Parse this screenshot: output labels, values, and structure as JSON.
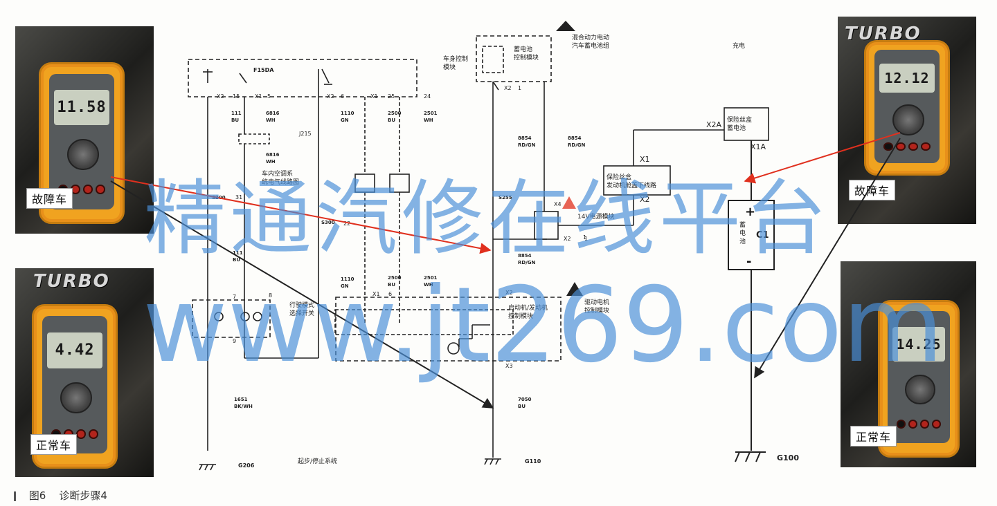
{
  "caption": {
    "figure": "图6",
    "title": "诊断步骤4"
  },
  "photos": [
    {
      "reading": "11.58",
      "label": "故障车",
      "brand": ""
    },
    {
      "reading": "4.42",
      "label": "正常车",
      "brand": "TURBO"
    },
    {
      "reading": "12.12",
      "label": "故障车",
      "brand": "TURBO"
    },
    {
      "reading": "14.25",
      "label": "正常车",
      "brand": ""
    }
  ],
  "watermark": {
    "line1": "精通汽修在线平台",
    "line2": "www.jt269.com"
  },
  "diagram": {
    "fuse_block": "F15DA",
    "modules": {
      "body_control": "车身控制\n模块",
      "battery_ctrl": "蓄电池\n控制模块",
      "hybrid_pack": "混合动力电动\n汽车蓄电池组",
      "charge": "充电",
      "fuse_box_battery": "保险丝盒\n蓄电池",
      "fuse_box_engine": "保险丝盒\n发动机舱盖下线路",
      "power_module": "14V电源模块",
      "battery": "蓄\n电\n池",
      "battery_id": "C1",
      "cabin_ac": "车内空调系\n统电气线路图",
      "drive_mode": "行驶模式\n选择开关",
      "engine_ctrl": "启动机/发动机\n控制模块",
      "motor_ctrl": "驱动电机\n控制模块",
      "system_name": "起步/停止系统"
    },
    "connectors": [
      "X2",
      "15",
      "X1",
      "5",
      "X2",
      "6",
      "X1",
      "25",
      "24",
      "X2",
      "1",
      "X2A",
      "X1A",
      "X1",
      "X2",
      "X2",
      "1",
      "X1",
      "6",
      "X2",
      "X3",
      "J215",
      "X4"
    ],
    "wires": [
      {
        "num": "111",
        "color": "BU"
      },
      {
        "num": "6816",
        "color": "WH"
      },
      {
        "num": "1110",
        "color": "GN"
      },
      {
        "num": "2500",
        "color": "BU"
      },
      {
        "num": "2501",
        "color": "WH"
      },
      {
        "num": "8854",
        "color": "RD/GN"
      },
      {
        "num": "8854",
        "color": "RD/GN"
      },
      {
        "num": "6816",
        "color": "WH"
      },
      {
        "num": "111",
        "color": "BU"
      },
      {
        "num": "8854",
        "color": "RD/GN"
      },
      {
        "num": "1110",
        "color": "GN"
      },
      {
        "num": "2500",
        "color": "BU"
      },
      {
        "num": "2501",
        "color": "WH"
      },
      {
        "num": "1651",
        "color": "BK/WH"
      },
      {
        "num": "7050",
        "color": "BU"
      }
    ],
    "splices": [
      "S200",
      "S300",
      "S255"
    ],
    "grounds": [
      "G206",
      "G110",
      "G100"
    ],
    "pins": [
      "X4",
      "X3",
      "1",
      "7",
      "8",
      "9",
      "22",
      "31"
    ]
  }
}
